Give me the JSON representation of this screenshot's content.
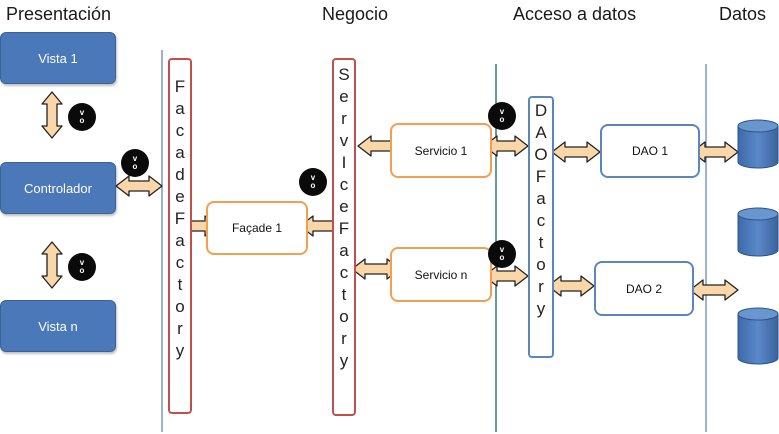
{
  "headers": {
    "presentacion": "Presentación",
    "negocio": "Negocio",
    "acceso_datos": "Acceso a datos",
    "datos": "Datos"
  },
  "presentation": {
    "vista1": "Vista 1",
    "controlador": "Controlador",
    "vistan": "Vista n"
  },
  "facade_factory": "FacadeFactory",
  "facade1": "Façade 1",
  "service_factory": "ServIceFactory",
  "servicio1": "Servicio 1",
  "servicion": "Servicio n",
  "dao_factory": "DAOFactory",
  "dao1": "DAO 1",
  "dao2": "DAO 2",
  "vo_badge": {
    "top": "v",
    "bottom": "o"
  },
  "colors": {
    "blue_box": "#4a78b8",
    "arrow_fill": "#fad7a8",
    "arrow_stroke": "#222222",
    "facade_border": "#c0504d",
    "dao_border": "#5a86c0",
    "service_border": "#f0a050",
    "layer_line_blue": "#5a7fb5",
    "layer_line_teal": "#2e7d77"
  }
}
